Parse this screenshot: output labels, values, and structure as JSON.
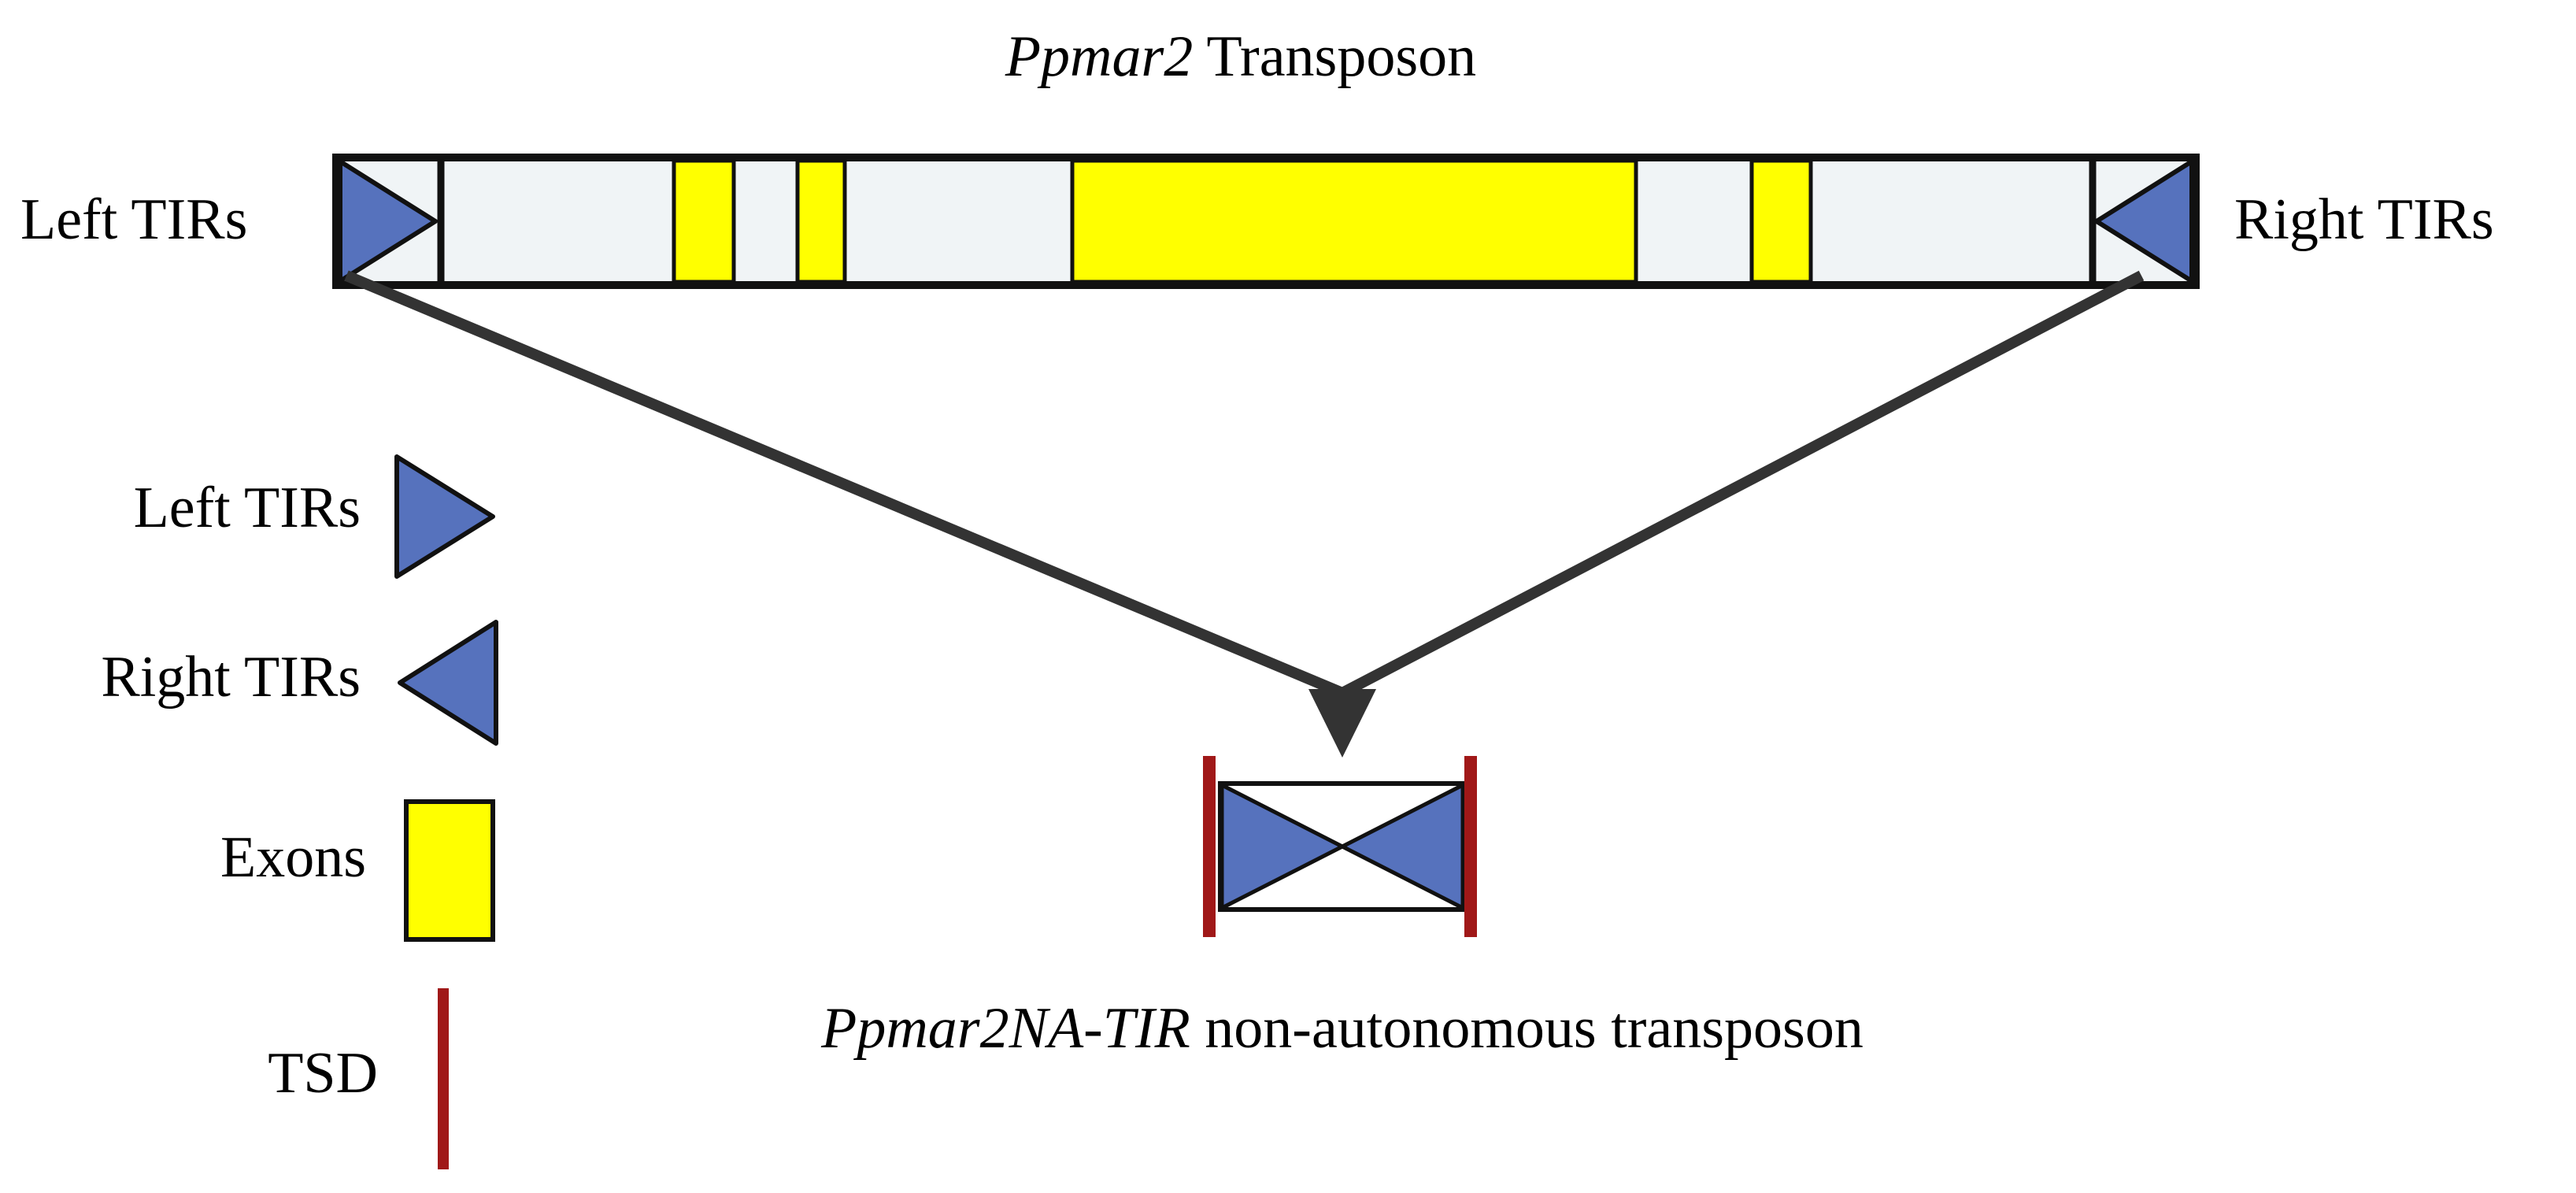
{
  "title": {
    "italic": "Ppmar2",
    "rest": " Transposon"
  },
  "left_tir_label": "Left TIRs",
  "right_tir_label": "Right TIRs",
  "bottom_title": {
    "italic": "Ppmar2NA-TIR",
    "rest": " non-autonomous transposon"
  },
  "legend": {
    "left_tirs": "Left TIRs",
    "right_tirs": "Right TIRs",
    "exons": "Exons",
    "tsd": "TSD"
  },
  "colors": {
    "tir": "#5672bd",
    "exon": "#ffff00",
    "intron": "#f0f4f6",
    "tsd": "#a01818",
    "outline": "#111111",
    "connector": "#333333"
  }
}
